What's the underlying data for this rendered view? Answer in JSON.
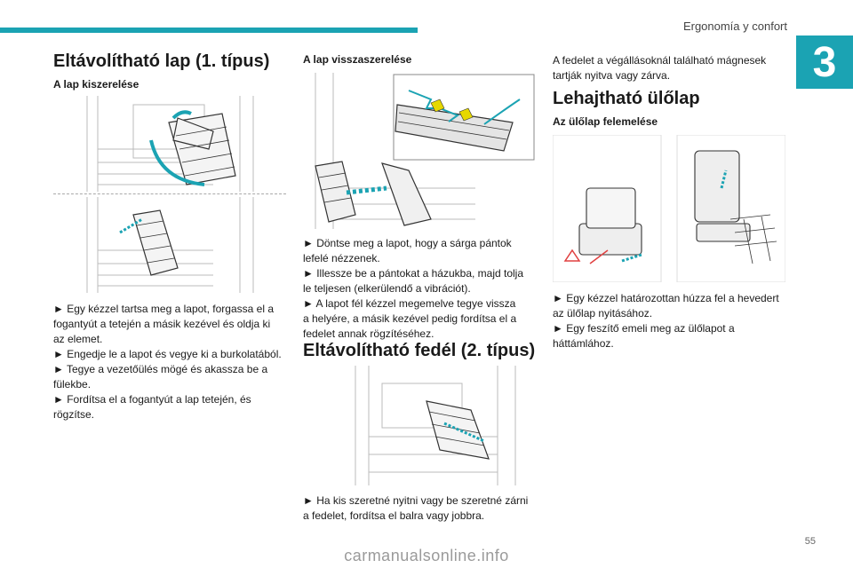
{
  "header": {
    "title": "Ergonomía y confort",
    "chapter": "3"
  },
  "col1": {
    "title": "Eltávolítható lap (1. típus)",
    "subtitle": "A lap kiszerelése",
    "text": [
      "► Egy kézzel tartsa meg a lapot, forgassa el a",
      "fogantyút a tetején a másik kezével és oldja ki",
      "az elemet.",
      "► Engedje le a lapot és vegye ki a burkolatából.",
      "► Tegye a vezetőülés mögé és akassza be a",
      "fülekbe.",
      "► Fordítsa el a fogantyút a lap tetején, és",
      "rögzítse."
    ]
  },
  "col2": {
    "subtitle": "A lap visszaszerelése",
    "text": [
      "► Döntse meg a lapot, hogy a sárga pántok",
      "lefelé nézzenek.",
      "► Illessze be a pántokat a házukba, majd tolja",
      "le teljesen (elkerülendő a vibrációt).",
      "► A lapot fél kézzel megemelve tegye vissza",
      "a helyére, a másik kezével pedig fordítsa el a",
      "fedelet annak rögzítéséhez."
    ],
    "title2": "Eltávolítható fedél (2. típus)",
    "text2": [
      "► Ha kis szeretné nyitni vagy be szeretné zárni",
      "a fedelet, fordítsa el balra vagy jobbra."
    ]
  },
  "col3": {
    "intro": [
      "A fedelet a végállásoknál található mágnesek",
      "tartják nyitva vagy zárva."
    ],
    "title": "Lehajtható ülőlap",
    "subtitle": "Az ülőlap felemelése",
    "text": [
      "► Egy kézzel határozottan húzza fel a hevedert",
      "az ülőlap nyitásához.",
      "► Egy feszítő emeli meg az ülőlapot a",
      "háttámlához."
    ]
  },
  "footer": {
    "page": "55",
    "watermark": "carmanualsonline.info"
  },
  "colors": {
    "accent": "#1ba3b3",
    "yellow": "#e6d800",
    "warning": "#e04040"
  }
}
